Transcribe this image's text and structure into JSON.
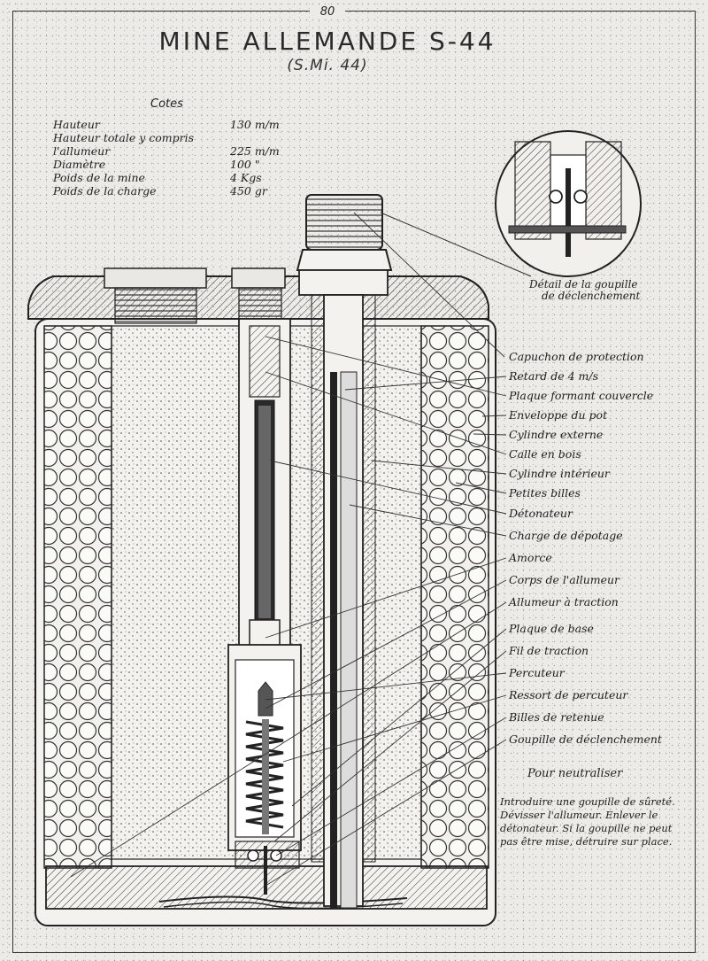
{
  "page_number": "80",
  "title": "MINE ALLEMANDE S-44",
  "subtitle": "(S.Mi. 44)",
  "specs": {
    "heading": "Cotes",
    "rows": [
      {
        "label": "Hauteur",
        "value": "130 m/m"
      },
      {
        "label": "Hauteur totale y compris",
        "value": ""
      },
      {
        "label": "l'allumeur",
        "value": "225 m/m"
      },
      {
        "label": "Diamètre",
        "value": "100 \""
      },
      {
        "label": "Poids de la mine",
        "value": "4 Kgs"
      },
      {
        "label": "Poids de la charge",
        "value": "450 gr"
      }
    ]
  },
  "detail_caption": [
    "Détail de la goupille",
    "de déclenchement"
  ],
  "parts": [
    "Capuchon de protection",
    "Retard de 4 m/s",
    "Plaque formant couvercle",
    "Enveloppe du pot",
    "Cylindre externe",
    "Calle en bois",
    "Cylindre intérieur",
    "Petites billes",
    "Détonateur",
    "Charge de dépotage",
    "Amorce",
    "Corps de l'allumeur",
    "Allumeur à traction",
    "Plaque de base",
    "Fil de traction",
    "Percuteur",
    "Ressort de percuteur",
    "Billes de retenue",
    "Goupille de déclenchement"
  ],
  "neutralize": {
    "title": "Pour neutraliser",
    "text": "Introduire une goupille de sûreté. Dévisser l'allumeur. Enlever le détonateur. Si la goupille ne peut pas être mise, détruire sur place."
  }
}
